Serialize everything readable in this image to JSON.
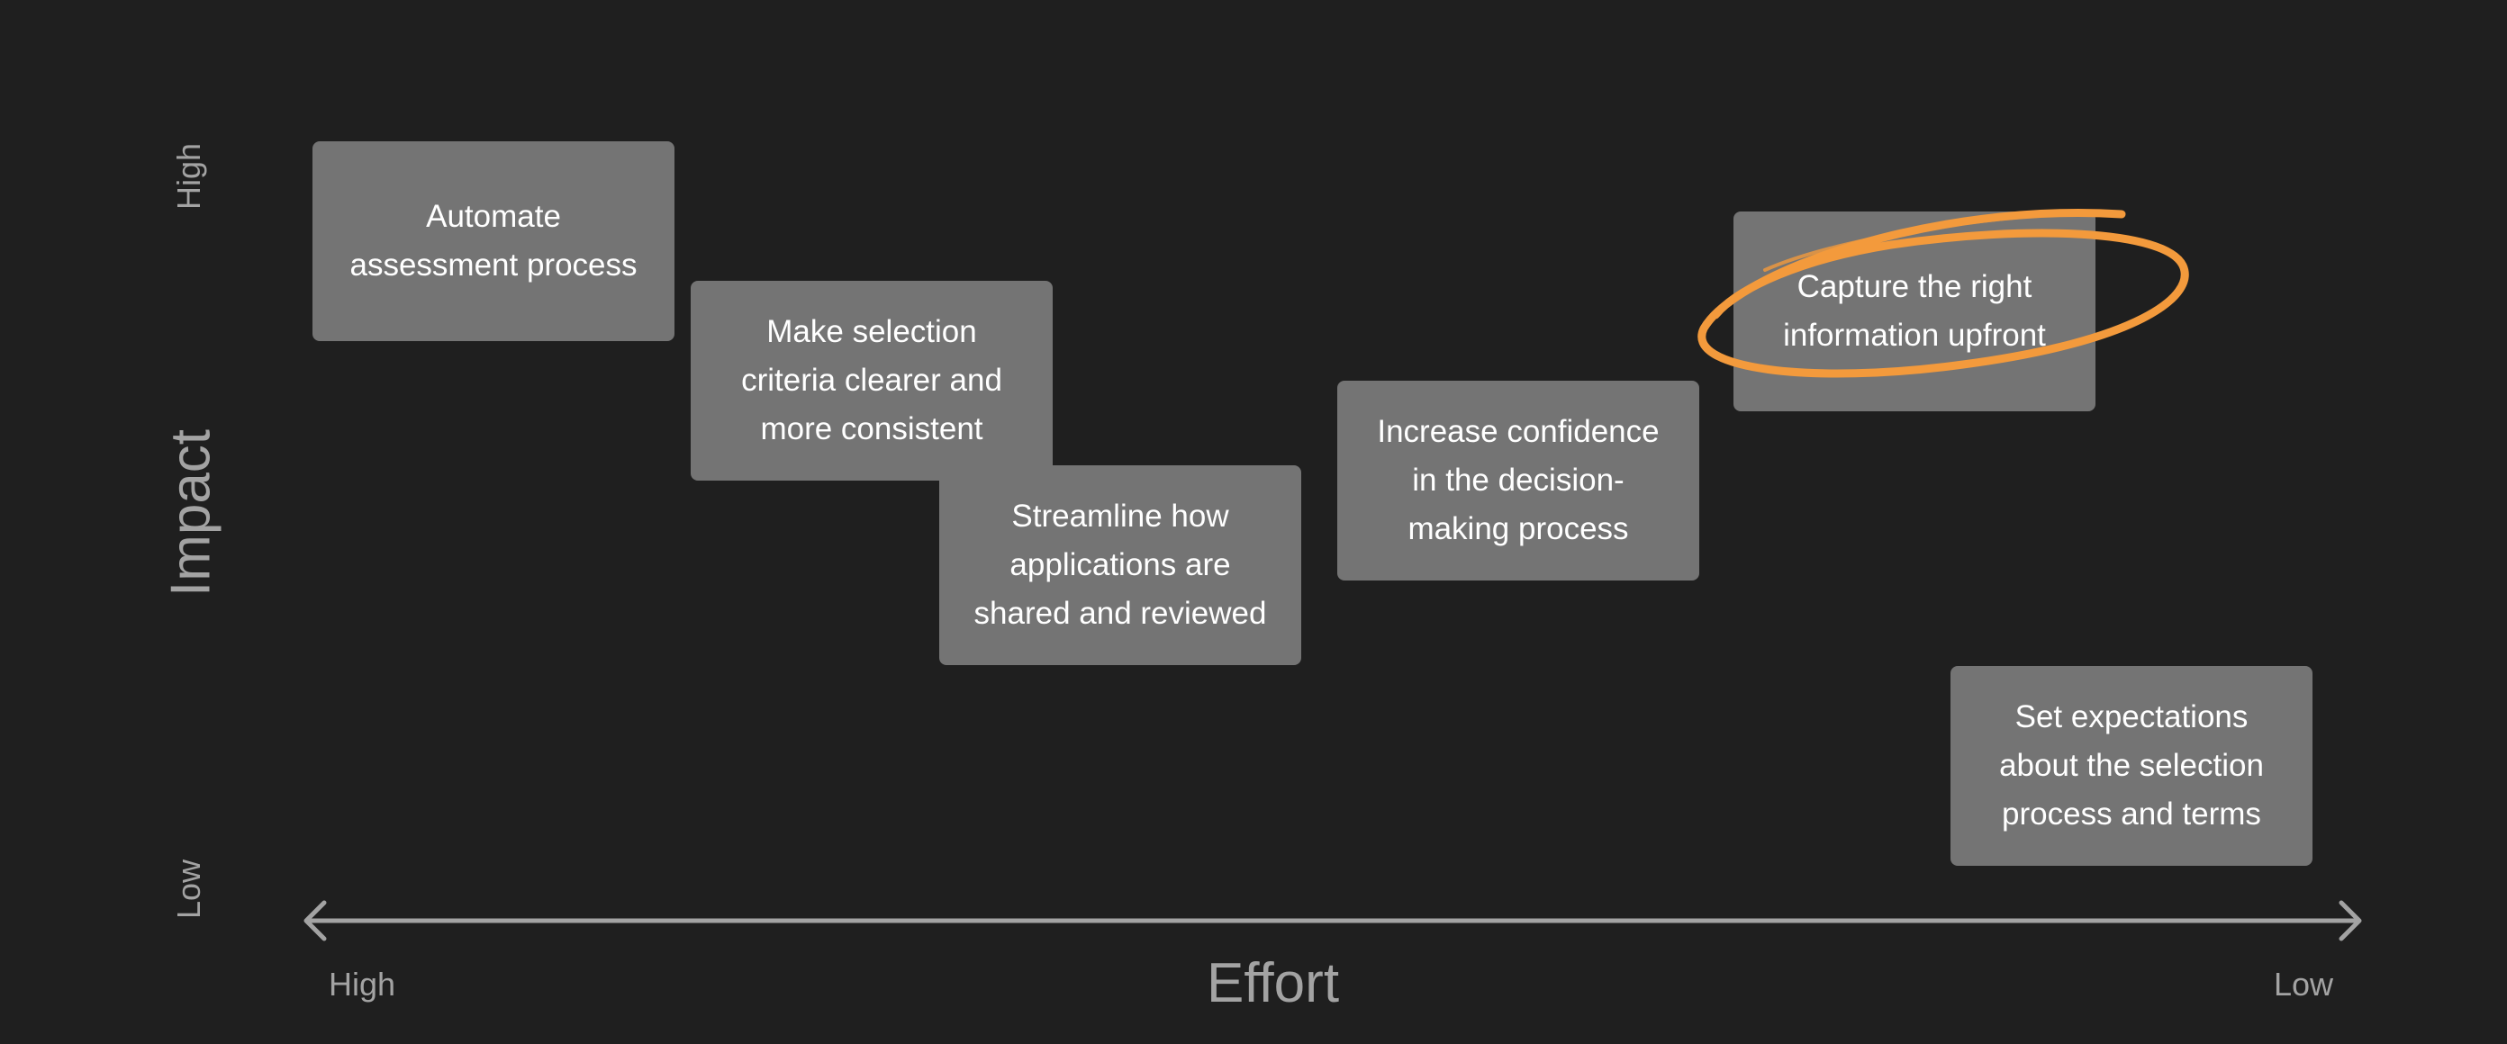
{
  "y_axis": {
    "title": "Impact",
    "high": "High",
    "low": "Low"
  },
  "x_axis": {
    "title": "Effort",
    "high": "High",
    "low": "Low"
  },
  "highlight_color": "#f39a3c",
  "items": [
    {
      "label": "Automate\nassessment process"
    },
    {
      "label": "Make selection\ncriteria clearer and\nmore consistent"
    },
    {
      "label": "Streamline how\napplications are\nshared and reviewed"
    },
    {
      "label": "Increase confidence\nin the decision-\nmaking process"
    },
    {
      "label": "Capture the right\ninformation upfront",
      "highlighted": true
    },
    {
      "label": "Set expectations\nabout the selection\nprocess and terms"
    }
  ]
}
